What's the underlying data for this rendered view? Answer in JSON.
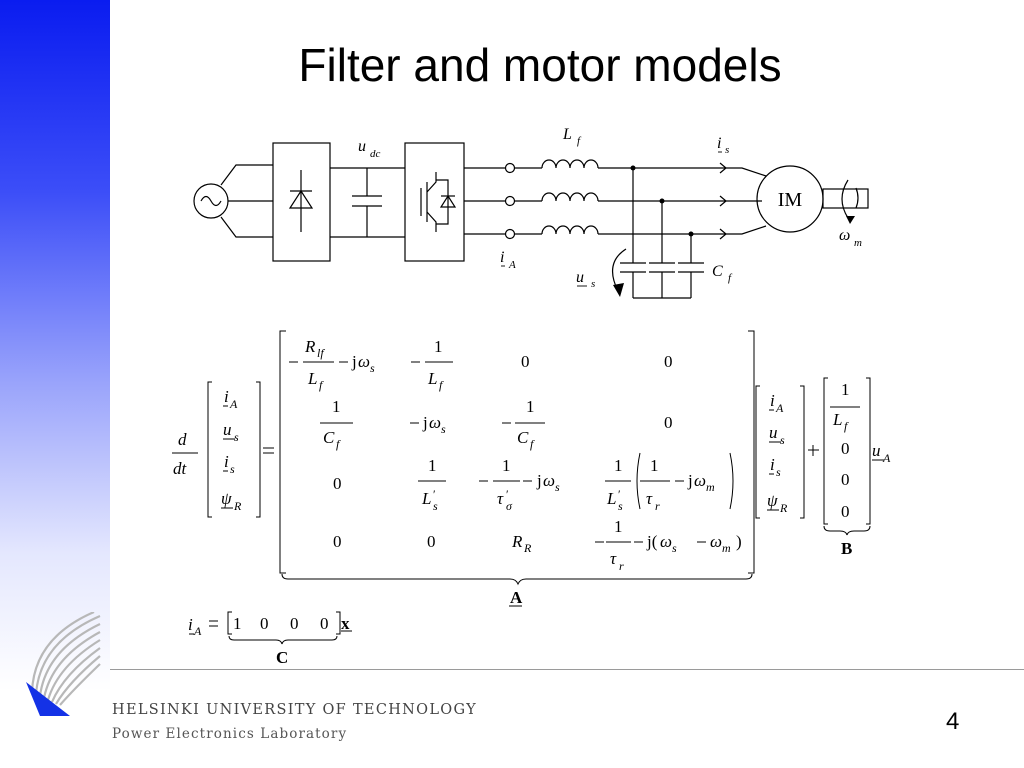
{
  "slide": {
    "title": "Filter and motor models",
    "page_number": "4"
  },
  "footer": {
    "institution": "HELSINKI UNIVERSITY OF TECHNOLOGY",
    "laboratory": "Power Electronics Laboratory"
  },
  "circuit": {
    "label_udc": "u",
    "label_udc_sub": "dc",
    "label_Lf": "L",
    "label_Lf_sub": "f",
    "label_is": "i",
    "label_is_sub": "s",
    "label_iA": "i",
    "label_iA_sub": "A",
    "label_us": "u",
    "label_us_sub": "s",
    "label_Cf": "C",
    "label_Cf_sub": "f",
    "motor_label": "IM",
    "label_omega": "ω",
    "label_omega_sub": "m"
  },
  "equations": {
    "state_matrix_label": "A",
    "input_matrix_label": "B",
    "output_matrix_label": "C",
    "output_state_symbol": "x",
    "output_row": [
      "1",
      "0",
      "0",
      "0"
    ],
    "B_zeros": [
      "0",
      "0",
      "0"
    ],
    "zero": "0"
  },
  "colors": {
    "sidebar_top": "#0a1cf0",
    "logo_blue": "#1432e6"
  }
}
